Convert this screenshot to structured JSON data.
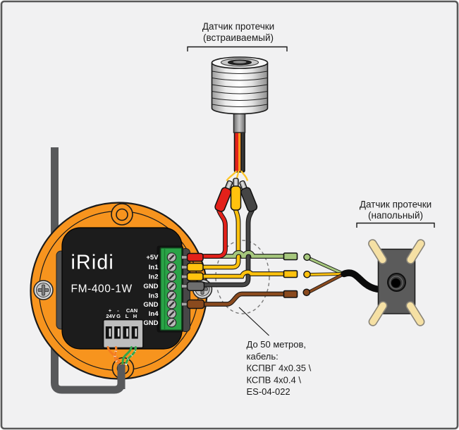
{
  "title": "FM-400-1W leak sensor wiring diagram",
  "labels": {
    "sensor_embedded_line1": "Датчик протечки",
    "sensor_embedded_line2": "(встраиваемый)",
    "sensor_floor_line1": "Датчик протечки",
    "sensor_floor_line2": "(напольный)"
  },
  "device": {
    "logo": "iRidi",
    "model": "FM-400-1W",
    "terminals": [
      "+5V",
      "In1",
      "In2",
      "GND",
      "In3",
      "GND",
      "In4",
      "GND"
    ],
    "power_header": {
      "plus": "+",
      "minus": "-",
      "can": "CAN"
    },
    "power_pins": [
      "24V",
      "G",
      "L",
      "H"
    ]
  },
  "annotation": {
    "lines": [
      "До 50 метров,",
      "кабель:",
      "КСПВГ 4х0.35 \\",
      "КСПВ 4х0.4 \\",
      "ES-04-022"
    ]
  },
  "colors": {
    "background": "#F1F1F2",
    "frame_border": "#595959",
    "device_orange": "#F7941E",
    "faceplate_black": "#1C1C1C",
    "terminal_green": "#2AA347",
    "wire_red": "#E3211A",
    "wire_yellow": "#FFC20E",
    "wire_link_yellow": "#FCC52C",
    "wire_dark_gray": "#454545",
    "wire_light_green": "#A6C77D",
    "wire_brown": "#8A4A1E",
    "cable_gray": "#58595B",
    "cable_black": "#0B0B0B",
    "twisted_orange": "#F47B20",
    "twisted_green": "#33A64C",
    "sensor_body_gray": "#5B5B5B",
    "sensor_leg_beige": "#F5E0A4",
    "text_black": "#1A1A1A"
  }
}
